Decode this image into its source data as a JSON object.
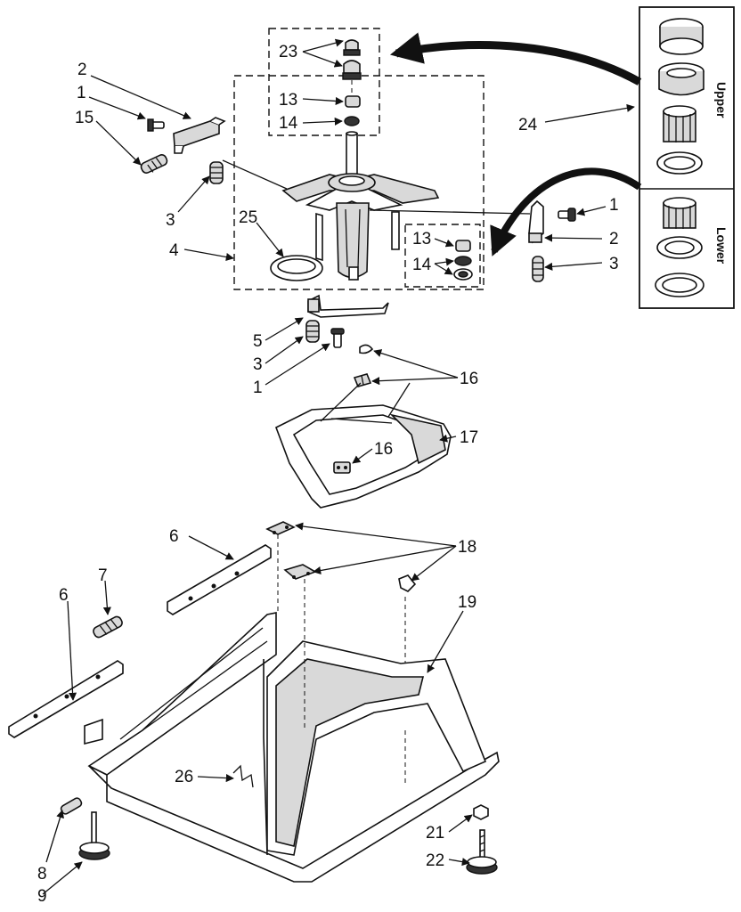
{
  "callouts": {
    "c1a": "1",
    "c2a": "2",
    "c15": "15",
    "c3a": "3",
    "c4": "4",
    "c25": "25",
    "c23": "23",
    "c13a": "13",
    "c14a": "14",
    "c13b": "13",
    "c14b": "14",
    "c1b": "1",
    "c2b": "2",
    "c3b": "3",
    "c24": "24",
    "c5": "5",
    "c3c": "3",
    "c1c": "1",
    "c16a": "16",
    "c16b": "16",
    "c17": "17",
    "c6a": "6",
    "c18": "18",
    "c7": "7",
    "c6b": "6",
    "c19": "19",
    "c26": "26",
    "c8": "8",
    "c9": "9",
    "c21": "21",
    "c22": "22"
  },
  "inset": {
    "upper_label": "Upper",
    "lower_label": "Lower"
  },
  "colors": {
    "ink": "#111111",
    "paper": "#ffffff"
  }
}
